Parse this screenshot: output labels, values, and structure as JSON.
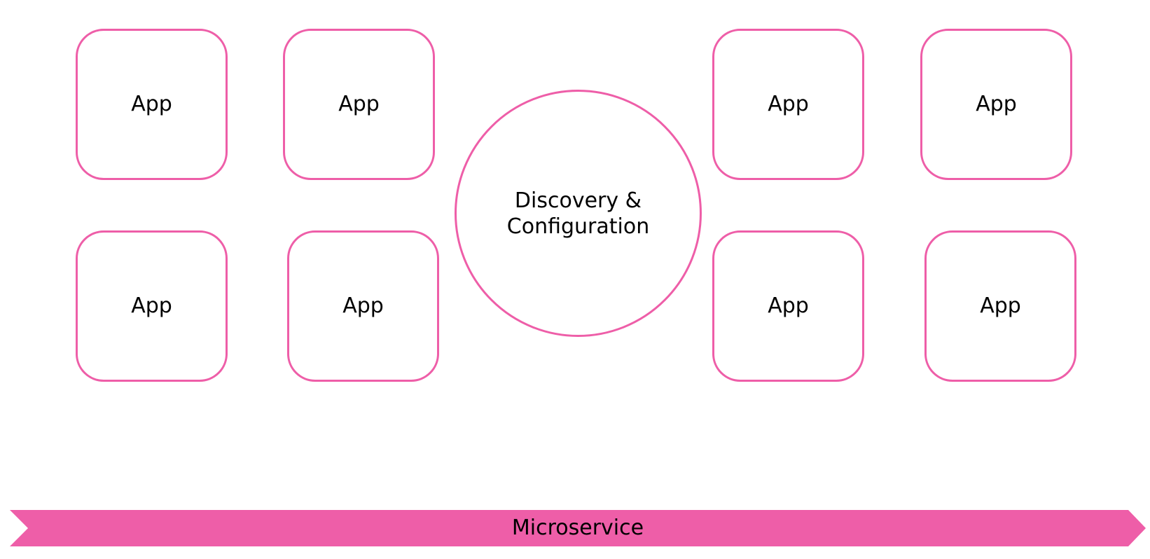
{
  "diagram": {
    "apps": [
      {
        "label": "App"
      },
      {
        "label": "App"
      },
      {
        "label": "App"
      },
      {
        "label": "App"
      },
      {
        "label": "App"
      },
      {
        "label": "App"
      },
      {
        "label": "App"
      },
      {
        "label": "App"
      }
    ],
    "hub": {
      "line1": "Discovery &",
      "line2": "Configuration"
    },
    "banner": {
      "label": "Microservice"
    },
    "colors": {
      "accent": "#ee5ea8"
    }
  }
}
